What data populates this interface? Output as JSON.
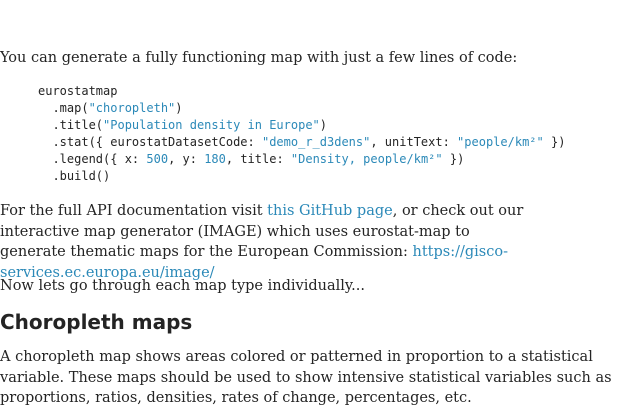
{
  "intro": "You can generate a fully functioning map with just a few lines of code:",
  "code": {
    "l1": "eurostatmap",
    "l2a": "  .map(",
    "l2s": "\"choropleth\"",
    "l2b": ")",
    "l3a": "  .title(",
    "l3s": "\"Population density in Europe\"",
    "l3b": ")",
    "l4a": "  .stat({ eurostatDatasetCode: ",
    "l4s1": "\"demo_r_d3dens\"",
    "l4b": ", unitText: ",
    "l4s2": "\"people/km²\"",
    "l4c": " })",
    "l5a": "  .legend({ x: ",
    "l5n1": "500",
    "l5b": ", y: ",
    "l5n2": "180",
    "l5c": ", title: ",
    "l5s": "\"Density, people/km²\"",
    "l5d": " })",
    "l6": "  .build()"
  },
  "api": {
    "before": "For the full API documentation visit ",
    "link": "this GitHub page",
    "after": ", or check out our interactive map generator (IMAGE) which uses eurostat-map to generate thematic maps for the European Commission: ",
    "url": "https://gisco-services.ec.europa.eu/image/"
  },
  "types_intro": "Now lets go through each map type individually...",
  "heading": "Choropleth maps",
  "description": "A choropleth map shows areas colored or patterned in proportion to a statistical variable. These maps should be used to show intensive statistical variables such as proportions, ratios, densities, rates of change, percentages, etc."
}
